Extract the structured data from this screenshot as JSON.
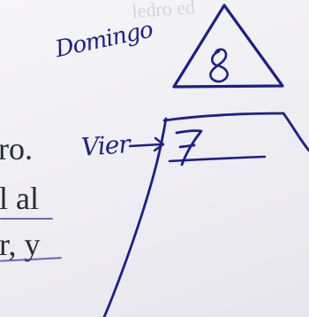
{
  "photo": {
    "bleed_text": "ledro ed",
    "printed_lines": [
      "ro.",
      "l al",
      "r, y"
    ],
    "handwriting": {
      "top_label": "Domingo",
      "top_number": "8",
      "mid_label": "Vier",
      "mid_number": "7"
    },
    "ink_color": "#1d1f8a",
    "paper_color": "#f3f2f5"
  }
}
